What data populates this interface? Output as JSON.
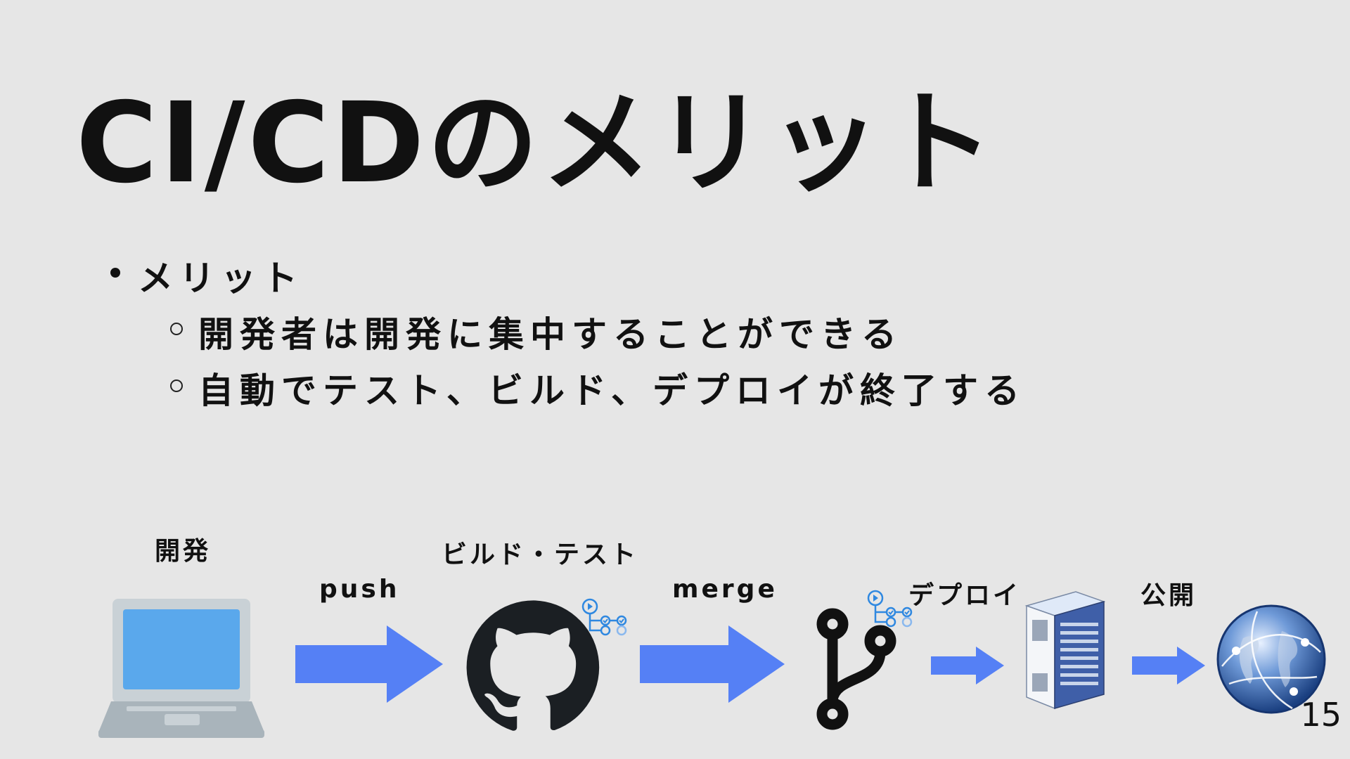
{
  "slide": {
    "title": "CI/CDのメリット",
    "bullet": "メリット",
    "sub_bullets": [
      "開発者は開発に集中することができる",
      "自動でテスト、ビルド、デプロイが終了する"
    ],
    "page_number": "15"
  },
  "diagram": {
    "stage_labels": {
      "develop": "開発",
      "build_test": "ビルド・テスト",
      "deploy": "デプロイ",
      "publish": "公開"
    },
    "arrow_labels": {
      "push": "push",
      "merge": "merge"
    },
    "icons": [
      "laptop-icon",
      "github-icon",
      "github-actions-icon",
      "git-branch-icon",
      "server-rack-icon",
      "globe-icon"
    ],
    "colors": {
      "arrow": "#5580f5",
      "background": "#e6e6e6",
      "laptop_screen": "#5aa8ec",
      "actions_blue": "#2f88e0"
    }
  }
}
